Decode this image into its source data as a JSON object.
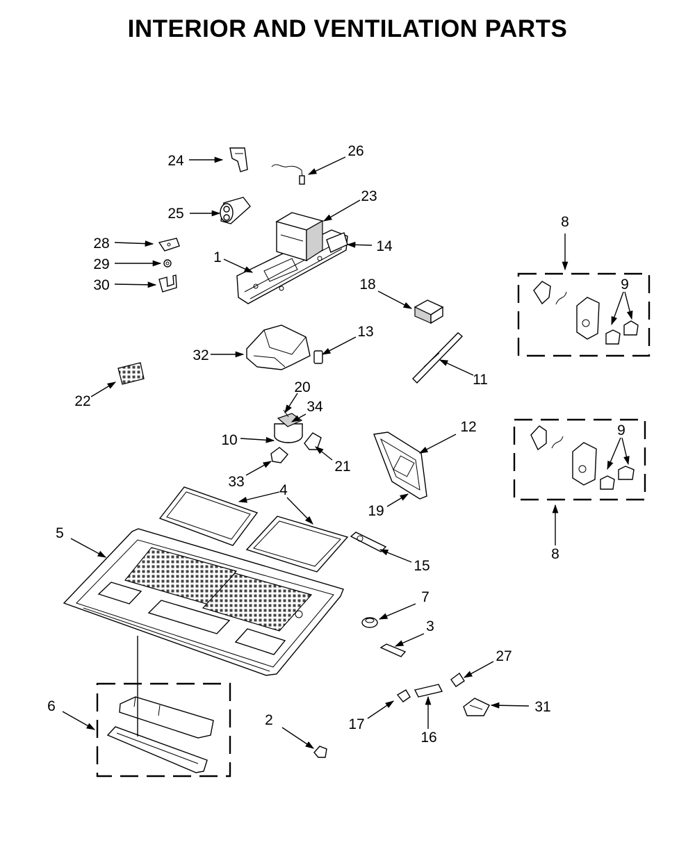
{
  "title": "INTERIOR AND VENTILATION PARTS",
  "part_labels": {
    "p1": "1",
    "p2": "2",
    "p3": "3",
    "p4": "4",
    "p5": "5",
    "p6": "6",
    "p7": "7",
    "p8a": "8",
    "p8b": "8",
    "p9a": "9",
    "p9b": "9",
    "p10": "10",
    "p11": "11",
    "p12": "12",
    "p13": "13",
    "p14": "14",
    "p15": "15",
    "p16": "16",
    "p17": "17",
    "p18": "18",
    "p19": "19",
    "p20": "20",
    "p21": "21",
    "p22": "22",
    "p23": "23",
    "p24": "24",
    "p25": "25",
    "p26": "26",
    "p27": "27",
    "p28": "28",
    "p29": "29",
    "p30": "30",
    "p31": "31",
    "p32": "32",
    "p33": "33",
    "p34": "34"
  }
}
